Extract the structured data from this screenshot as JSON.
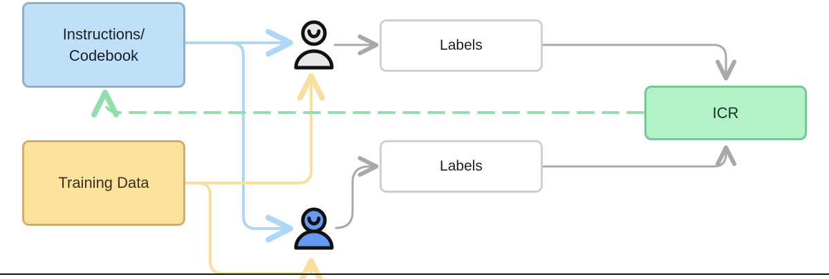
{
  "diagram": {
    "title": "ICR annotation workflow",
    "nodes": {
      "instructions": {
        "label": "Instructions/\nCodebook",
        "fill": "#bfe0f7",
        "stroke": "#8fafc6"
      },
      "training_data": {
        "label": "Training Data",
        "fill": "#fbe29b",
        "stroke": "#cdae6a"
      },
      "labels_top": {
        "label": "Labels",
        "fill": "#ffffff",
        "stroke": "#cfcfcf"
      },
      "labels_bottom": {
        "label": "Labels",
        "fill": "#ffffff",
        "stroke": "#cfcfcf"
      },
      "icr": {
        "label": "ICR",
        "fill": "#b2f2c6",
        "stroke": "#77c795"
      }
    },
    "actors": {
      "human_coder": {
        "name": "human-annotator",
        "fill": "#e8e8e8",
        "stroke": "#111111"
      },
      "model_coder": {
        "name": "model-annotator",
        "fill": "#6699f0",
        "stroke": "#111111"
      }
    },
    "edges": {
      "blue": {
        "name": "instructions-to-annotators",
        "color": "#aed6f5",
        "style": "solid"
      },
      "yellow": {
        "name": "training-data-to-annotators",
        "color": "#f8dfa0",
        "style": "solid"
      },
      "gray": {
        "name": "labels-to-icr",
        "color": "#a8a8a8",
        "style": "solid"
      },
      "green": {
        "name": "icr-feedback-to-instructions",
        "color": "#8fe0a8",
        "style": "dashed"
      }
    }
  }
}
